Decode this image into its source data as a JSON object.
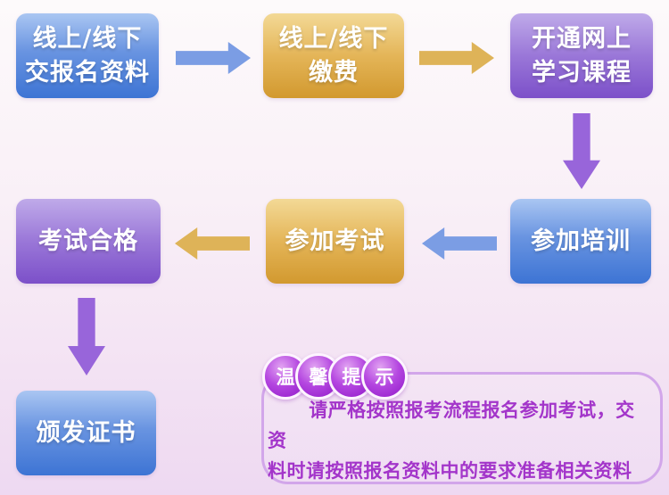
{
  "flow": {
    "steps": [
      {
        "id": "submit-materials",
        "lines": [
          "线上/线下",
          "交报名资料"
        ],
        "color": "blue"
      },
      {
        "id": "pay-fee",
        "lines": [
          "线上/线下",
          "缴费"
        ],
        "color": "gold"
      },
      {
        "id": "open-course",
        "lines": [
          "开通网上",
          "学习课程"
        ],
        "color": "purple"
      },
      {
        "id": "attend-training",
        "lines": [
          "参加培训"
        ],
        "color": "blue"
      },
      {
        "id": "take-exam",
        "lines": [
          "参加考试"
        ],
        "color": "gold"
      },
      {
        "id": "pass-exam",
        "lines": [
          "考试合格"
        ],
        "color": "purple"
      },
      {
        "id": "issue-certificate",
        "lines": [
          "颁发证书"
        ],
        "color": "blue"
      }
    ],
    "arrows": [
      {
        "from": "submit-materials",
        "to": "pay-fee",
        "direction": "right",
        "color": "#7b9de4"
      },
      {
        "from": "pay-fee",
        "to": "open-course",
        "direction": "right",
        "color": "#deb358"
      },
      {
        "from": "open-course",
        "to": "attend-training",
        "direction": "down",
        "color": "#9865da"
      },
      {
        "from": "attend-training",
        "to": "take-exam",
        "direction": "left",
        "color": "#7b9de4"
      },
      {
        "from": "take-exam",
        "to": "pass-exam",
        "direction": "left",
        "color": "#deb358"
      },
      {
        "from": "pass-exam",
        "to": "issue-certificate",
        "direction": "down",
        "color": "#9865da"
      }
    ]
  },
  "tip": {
    "badge_chars": [
      "温",
      "馨",
      "提",
      "示"
    ],
    "lines": [
      "请严格按照报考流程报名参加考试，交资",
      "料时请按照报名资料中的要求准备相关资料"
    ],
    "full_text": "请严格按照报考流程报名参加考试，交资料时请按照报名资料中的要求准备相关资料"
  },
  "colors": {
    "box_blue": "#3d74d4",
    "box_gold": "#d2992f",
    "box_purple": "#7c50c9",
    "arrow_blue": "#7b9de4",
    "arrow_gold": "#deb358",
    "arrow_purple": "#9865da",
    "tip_border": "#d2a6ea",
    "tip_text": "#a335ca",
    "badge_fill": "#9018c8",
    "background_top": "#fdfafb",
    "background_bottom": "#eed9f2"
  }
}
